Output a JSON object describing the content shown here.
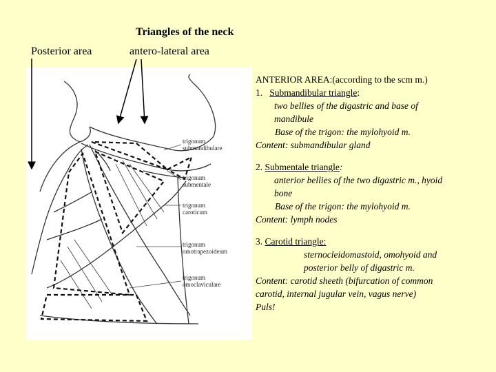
{
  "header": {
    "title": "Triangles of the neck",
    "posterior_label": "Posterior area",
    "anterior_label": "antero-lateral area"
  },
  "figure": {
    "labels": {
      "submandibulare_1": "trigonum",
      "submandibulare_2": "submandibulare",
      "submentale_1": "trigonum",
      "submentale_2": "submentale",
      "caroticum_1": "trigonum",
      "caroticum_2": "caroticum",
      "omotrapezoideum_1": "trigonum",
      "omotrapezoideum_2": "omotrapezoideum",
      "omoclaviculare_1": "trigonum",
      "omoclaviculare_2": "omoclaviculare"
    }
  },
  "text": {
    "heading": "ANTERIOR AREA:(according to the scm m.)",
    "s1_num": "1.",
    "s1_title": "Submandibular triangle",
    "s1_colon": ":",
    "s1_desc1": "two bellies of the digastric and base of",
    "s1_desc2": "mandibule",
    "s1_base": "Base of the trigon: the mylohyoid m.",
    "s1_content": "Content: submandibular gland",
    "s2_num": "2.",
    "s2_title": "Submentale triangle",
    "s2_colon": ":",
    "s2_desc1": "anterior bellies of the two digastric m., hyoid",
    "s2_desc2": "bone",
    "s2_base": "Base of the trigon: the mylohyoid m.",
    "s2_content": "Content: lymph nodes",
    "s3_num": "3.",
    "s3_title": "Carotid triangle:",
    "s3_desc1": "sternocleidomastoid,   omohyoid and",
    "s3_desc2": "posterior belly of digastric m.",
    "s3_content1": "Content: carotid sheeth (bifurcation of common",
    "s3_content2": "carotid, internal jugular vein, vagus nerve)",
    "s3_puls": "Puls!"
  }
}
